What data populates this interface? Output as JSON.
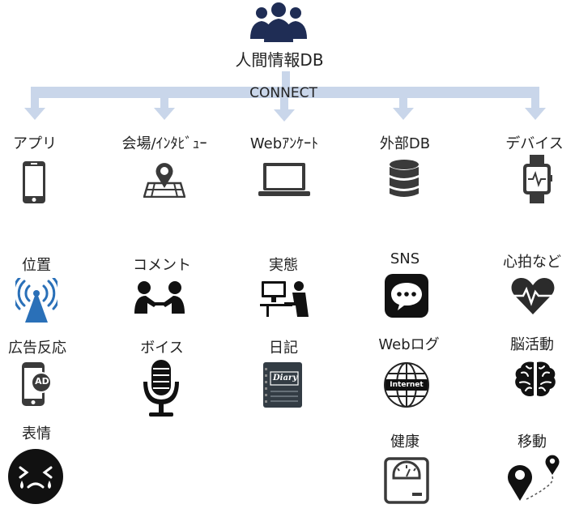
{
  "top": {
    "title": "人間情報DB",
    "connector_label": "CONNECT",
    "icon": "people-group-icon"
  },
  "sources": [
    {
      "label": "アプリ",
      "icon": "smartphone-icon"
    },
    {
      "label": "会場/ｲﾝﾀﾋﾞｭｰ",
      "icon": "map-pin-icon"
    },
    {
      "label": "Webｱﾝｹｰﾄ",
      "icon": "laptop-icon"
    },
    {
      "label": "外部DB",
      "icon": "database-icon"
    },
    {
      "label": "デバイス",
      "icon": "smartwatch-icon"
    }
  ],
  "data_items": [
    {
      "label": "位置",
      "icon": "wireless-signal-icon"
    },
    {
      "label": "広告反応",
      "icon": "ad-phone-icon"
    },
    {
      "label": "表情",
      "icon": "crying-face-icon"
    },
    {
      "label": "コメント",
      "icon": "conversation-icon"
    },
    {
      "label": "ボイス",
      "icon": "microphone-icon"
    },
    {
      "label": "実態",
      "icon": "person-computer-icon"
    },
    {
      "label": "日記",
      "icon": "diary-icon"
    },
    {
      "label": "SNS",
      "icon": "chat-bubble-icon"
    },
    {
      "label": "Webログ",
      "icon": "internet-globe-icon"
    },
    {
      "label": "健康",
      "icon": "scale-icon"
    },
    {
      "label": "心拍など",
      "icon": "heartbeat-icon"
    },
    {
      "label": "脳活動",
      "icon": "brain-icon"
    },
    {
      "label": "移動",
      "icon": "route-pins-icon"
    }
  ],
  "icon_texts": {
    "ad": "AD",
    "diary": "Diary",
    "internet": "Internet"
  },
  "colors": {
    "connector": "#c9d6ea",
    "icon_dark": "#1f2d55",
    "icon_gray": "#3a3a3a",
    "signal_blue": "#2a70b8"
  }
}
